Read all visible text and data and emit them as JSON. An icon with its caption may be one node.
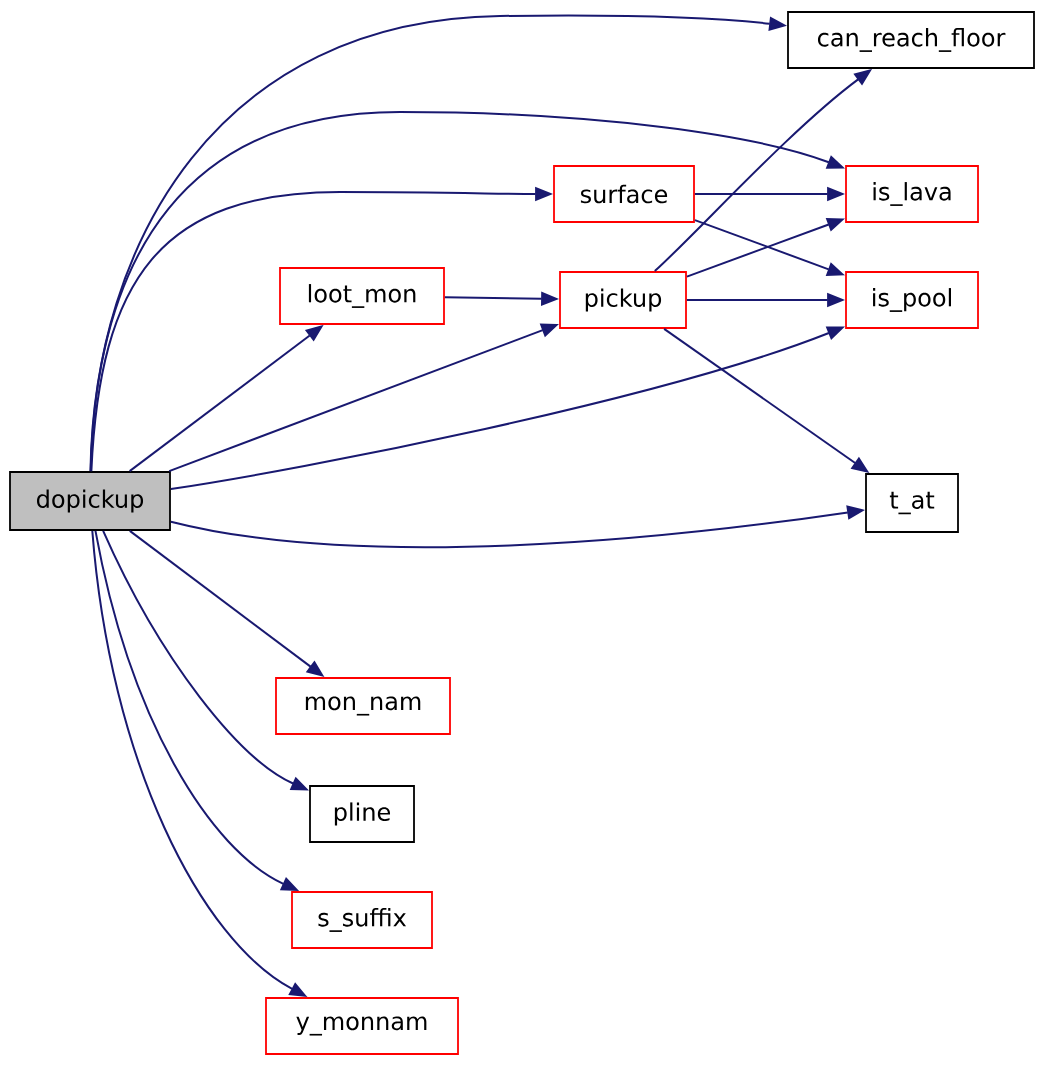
{
  "diagram": {
    "nodes": [
      {
        "text": [
          "dopickup"
        ]
      },
      {
        "text": [
          "can_reach_floor"
        ]
      },
      {
        "text": [
          "surface"
        ]
      },
      {
        "text": [
          "is_lava"
        ]
      },
      {
        "text": [
          "loot_mon"
        ]
      },
      {
        "text": [
          "pickup"
        ]
      },
      {
        "text": [
          "is_pool"
        ]
      },
      {
        "text": [
          "t_at"
        ]
      },
      {
        "text": [
          "mon_nam"
        ]
      },
      {
        "text": [
          "pline"
        ]
      },
      {
        "text": [
          "s_suffix"
        ]
      },
      {
        "text": [
          "y_monnam"
        ]
      }
    ],
    "edges": [
      {
        "from": 0,
        "to": 1,
        "arrow": "to"
      },
      {
        "from": 0,
        "to": 3,
        "arrow": "to"
      },
      {
        "from": 0,
        "to": 2,
        "arrow": "to"
      },
      {
        "from": 0,
        "to": 4,
        "arrow": "to"
      },
      {
        "from": 0,
        "to": 5,
        "arrow": "to"
      },
      {
        "from": 0,
        "to": 6,
        "arrow": "to"
      },
      {
        "from": 0,
        "to": 7,
        "arrow": "to"
      },
      {
        "from": 0,
        "to": 8,
        "arrow": "to"
      },
      {
        "from": 0,
        "to": 9,
        "arrow": "to"
      },
      {
        "from": 0,
        "to": 10,
        "arrow": "to"
      },
      {
        "from": 0,
        "to": 11,
        "arrow": "to"
      },
      {
        "from": 2,
        "to": 3,
        "arrow": "to"
      },
      {
        "from": 2,
        "to": 6,
        "arrow": "to"
      },
      {
        "from": 4,
        "to": 5,
        "arrow": "to"
      },
      {
        "from": 5,
        "to": 1,
        "arrow": "to"
      },
      {
        "from": 5,
        "to": 3,
        "arrow": "to"
      },
      {
        "from": 5,
        "to": 6,
        "arrow": "to"
      },
      {
        "from": 5,
        "to": 7,
        "arrow": "to"
      }
    ]
  }
}
